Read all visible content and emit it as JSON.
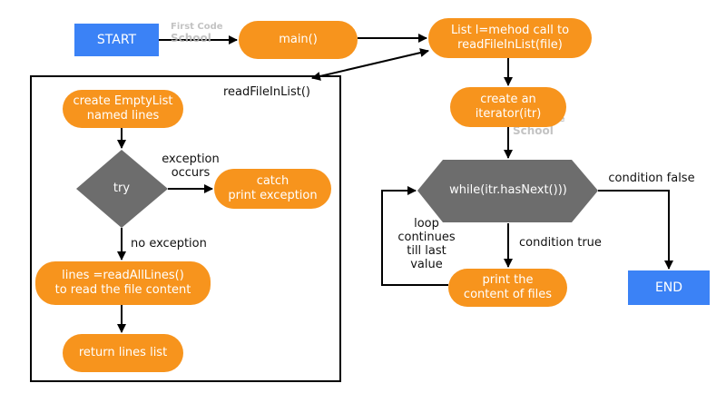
{
  "colors": {
    "start_end": "#3b82f6",
    "process": "#f7941d",
    "decision": "#6d6d6d",
    "line": "#000000",
    "text_on_shape": "#ffffff",
    "watermark": "#b9b9b9"
  },
  "watermark": {
    "line1": "First Code",
    "line2": "School"
  },
  "nodes": {
    "start": "START",
    "main": "main()",
    "list_call": {
      "line1": "List l=mehod call to",
      "line2": "readFileInList(file)"
    },
    "iterator": {
      "line1": "create an",
      "line2": "iterator(itr)"
    },
    "while": "while(itr.hasNext()))",
    "print": {
      "line1": "print the",
      "line2": "content of files"
    },
    "end": "END",
    "create_list": {
      "line1": "create EmptyList",
      "line2": "named lines"
    },
    "try": "try",
    "catch": {
      "line1": "catch",
      "line2": "print exception"
    },
    "read_lines": {
      "line1": "lines =readAllLines()",
      "line2": "to read the file content"
    },
    "return": "return lines list"
  },
  "labels": {
    "function_box": "readFileInList()",
    "exception": {
      "line1": "exception",
      "line2": "occurs"
    },
    "no_exception": "no exception",
    "condition_false": "condition false",
    "condition_true": "condition true",
    "loop": {
      "line1": "loop",
      "line2": "continues",
      "line3": "till last",
      "line4": "value"
    }
  }
}
